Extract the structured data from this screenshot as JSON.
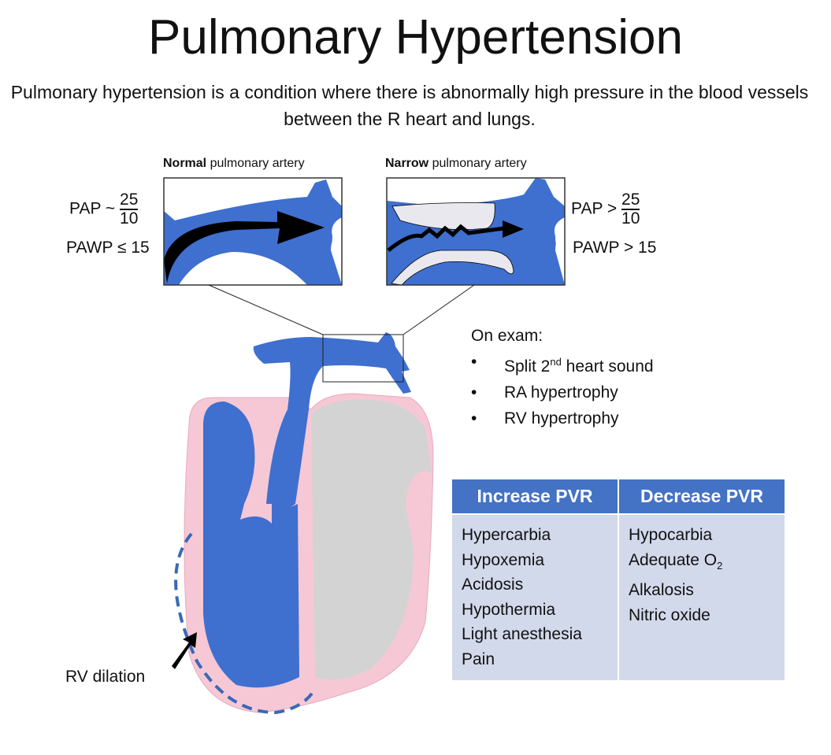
{
  "title": "Pulmonary Hypertension",
  "subtitle": "Pulmonary hypertension is a condition where there is abnormally high pressure in the blood vessels between the R heart and lungs.",
  "normal": {
    "bold": "Normal",
    "rest": " pulmonary artery",
    "pap_label": "PAP ~",
    "pap_num": "25",
    "pap_den": "10",
    "pawp": "PAWP ≤ 15"
  },
  "narrow": {
    "bold": "Narrow",
    "rest": " pulmonary artery",
    "pap_label": "PAP >",
    "pap_num": "25",
    "pap_den": "10",
    "pawp": "PAWP > 15"
  },
  "exam": {
    "heading": "On exam:",
    "items": [
      "Split 2",
      "nd",
      " heart sound",
      "RA hypertrophy",
      "RV hypertrophy"
    ]
  },
  "table": {
    "headers": [
      "Increase PVR",
      "Decrease PVR"
    ],
    "increase": [
      "Hypercarbia",
      "Hypoxemia",
      "Acidosis",
      "Hypothermia",
      "Light anesthesia",
      "Pain"
    ],
    "decrease": [
      "Hypocarbia",
      "Adequate O",
      "2",
      "Alkalosis",
      "Nitric oxide"
    ]
  },
  "rv_label": "RV dilation",
  "colors": {
    "vessel": "#3f6fcf",
    "heart": "#f6c8d5",
    "chamber_gray": "#d3d3d3",
    "table_header": "#4472c4",
    "table_body": "#d2d9eb"
  }
}
